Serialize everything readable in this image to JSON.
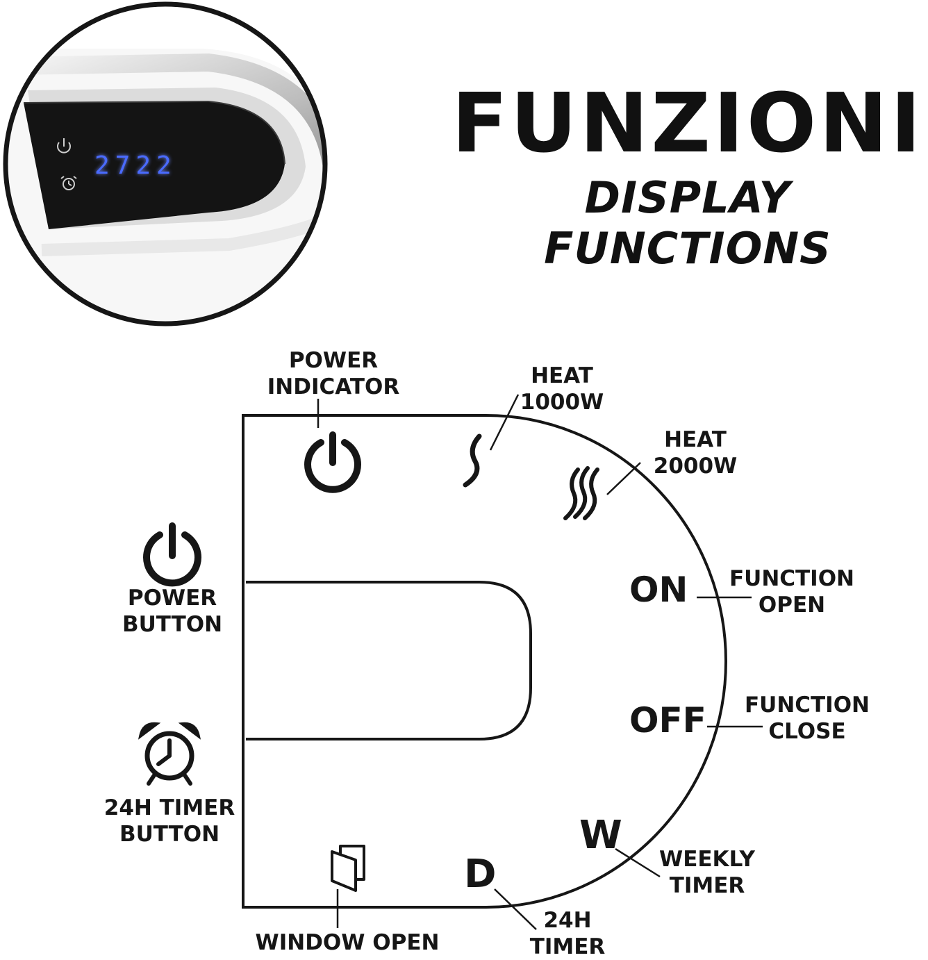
{
  "header": {
    "title": "FUNZIONI",
    "subtitle": "DISPLAY FUNCTIONS"
  },
  "photo": {
    "display_reading": "2722",
    "display_color": "#4a6bff",
    "icons": [
      "power-icon",
      "alarm-clock-icon"
    ]
  },
  "panel": {
    "indicators": {
      "on": "ON",
      "off": "OFF",
      "weekly": "W",
      "daily": "D"
    }
  },
  "labels": {
    "power_indicator": [
      "POWER",
      "INDICATOR"
    ],
    "power_button": [
      "POWER",
      "BUTTON"
    ],
    "timer_button": [
      "24H TIMER",
      "BUTTON"
    ],
    "window_open": "WINDOW OPEN",
    "heat_1000": [
      "HEAT",
      "1000W"
    ],
    "heat_2000": [
      "HEAT",
      "2000W"
    ],
    "function_open": [
      "FUNCTION",
      "OPEN"
    ],
    "function_close": [
      "FUNCTION",
      "CLOSE"
    ],
    "weekly_timer": [
      "WEEKLY",
      "TIMER"
    ],
    "timer_24h": [
      "24H",
      "TIMER"
    ]
  },
  "colors": {
    "ink": "#161616",
    "display_bg": "#141414"
  }
}
